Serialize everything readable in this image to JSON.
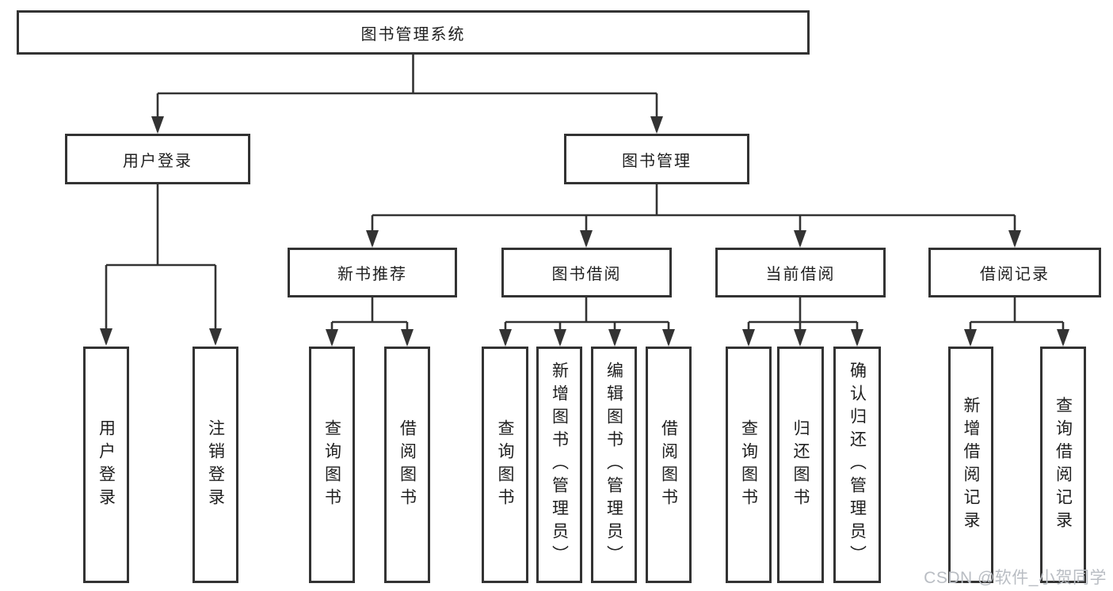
{
  "diagram_title": "图书管理系统",
  "tree": {
    "label": "图书管理系统",
    "children": [
      {
        "label": "用户登录",
        "children": [
          {
            "label": "用户登录"
          },
          {
            "label": "注销登录"
          }
        ]
      },
      {
        "label": "图书管理",
        "children": [
          {
            "label": "新书推荐",
            "children": [
              {
                "label": "查询图书"
              },
              {
                "label": "借阅图书"
              }
            ]
          },
          {
            "label": "图书借阅",
            "children": [
              {
                "label": "查询图书"
              },
              {
                "label": "新增图书（管理员）"
              },
              {
                "label": "编辑图书（管理员）"
              },
              {
                "label": "借阅图书"
              }
            ]
          },
          {
            "label": "当前借阅",
            "children": [
              {
                "label": "查询图书"
              },
              {
                "label": "归还图书"
              },
              {
                "label": "确认归还（管理员）"
              }
            ]
          },
          {
            "label": "借阅记录",
            "children": [
              {
                "label": "新增借阅记录"
              },
              {
                "label": "查询借阅记录"
              }
            ]
          }
        ]
      }
    ]
  },
  "watermark": {
    "text": "CSDN @软件_小贺同学"
  },
  "colors": {
    "line": "#333333",
    "box_border": "#333333",
    "text": "#1f1f1f",
    "watermark": "#b9bdc3",
    "background": "#ffffff"
  }
}
